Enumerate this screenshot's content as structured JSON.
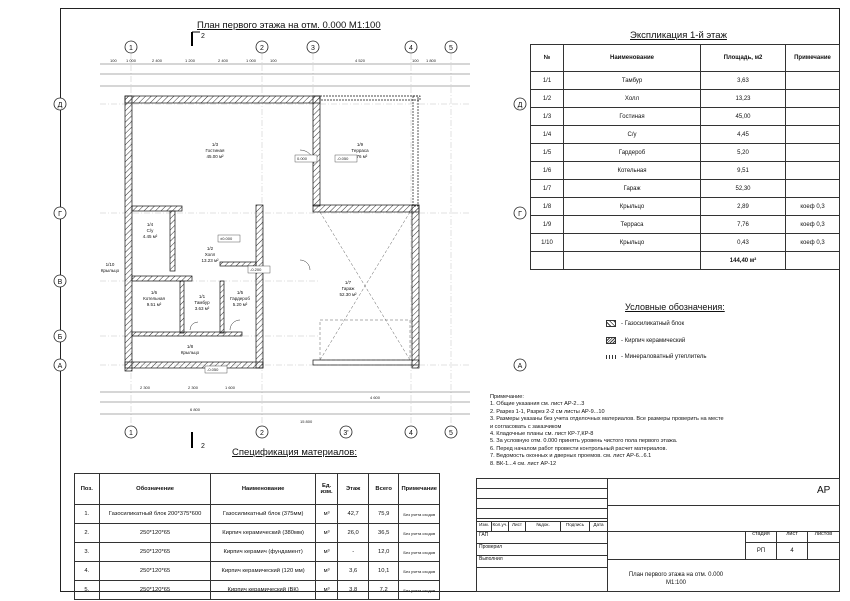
{
  "plan_title": "План первого этажа на отм. 0.000  М1:100",
  "section_mark": "2",
  "axes_h": [
    "1",
    "2",
    "3",
    "4",
    "5"
  ],
  "axes_h_bottom": [
    "1",
    "2",
    "3'",
    "4",
    "5"
  ],
  "axes_v": [
    "Д",
    "Г",
    "В",
    "Б",
    "А"
  ],
  "top_dims": [
    "100",
    "1 000",
    "2 400",
    "1 200",
    "2 400",
    "1 000",
    "100",
    "4 520",
    "100",
    "1 800"
  ],
  "bottom_dims": [
    "6 800",
    "15 800",
    "2 300",
    "2 300",
    "1 600",
    "4 600"
  ],
  "rooms": [
    {
      "num": "1/3",
      "name": "Гостиная",
      "area": "45.00 м²"
    },
    {
      "num": "1/9",
      "name": "Терраса",
      "area": "7.76 м²"
    },
    {
      "num": "1/4",
      "name": "С/у",
      "area": "4.45 м²"
    },
    {
      "num": "1/2",
      "name": "Холл",
      "area": "13.23 м²"
    },
    {
      "num": "1/7",
      "name": "Гараж",
      "area": "52.30 м²"
    },
    {
      "num": "1/6",
      "name": "Котельная",
      "area": "9.51 м²"
    },
    {
      "num": "1/1",
      "name": "Тамбур",
      "area": "3.63 м²"
    },
    {
      "num": "1/5",
      "name": "Гардероб",
      "area": "5.20 м²"
    },
    {
      "num": "1/10",
      "name": "Крыльцо",
      "area": ""
    },
    {
      "num": "1/8",
      "name": "Крыльцо",
      "area": ""
    }
  ],
  "levels": [
    "0.000",
    "-0.050",
    "±0.000",
    "-0.200",
    "-0.050"
  ],
  "explication": {
    "title": "Экспликация 1-й этаж",
    "headers": [
      "№",
      "Наименование",
      "Площадь, м2",
      "Примечание"
    ],
    "rows": [
      [
        "1/1",
        "Тамбур",
        "3,63",
        ""
      ],
      [
        "1/2",
        "Холл",
        "13,23",
        ""
      ],
      [
        "1/3",
        "Гостиная",
        "45,00",
        ""
      ],
      [
        "1/4",
        "С/у",
        "4,45",
        ""
      ],
      [
        "1/5",
        "Гардероб",
        "5,20",
        ""
      ],
      [
        "1/6",
        "Котельная",
        "9,51",
        ""
      ],
      [
        "1/7",
        "Гараж",
        "52,30",
        ""
      ],
      [
        "1/8",
        "Крыльцо",
        "2,89",
        "коеф 0,3"
      ],
      [
        "1/9",
        "Терраса",
        "7,76",
        "коеф 0,3"
      ],
      [
        "1/10",
        "Крыльцо",
        "0,43",
        "коеф 0,3"
      ]
    ],
    "total": "144,40 м²"
  },
  "legend": {
    "title": "Условные обозначения:",
    "items": [
      "- Газосиликатный блок",
      "- Кирпич керамический",
      "- Минераловатный утеплитель"
    ]
  },
  "notes": {
    "title": "Примечание:",
    "items": [
      "1. Общие указания см. лист АР-2...3",
      "2. Разрез 1-1, Разрез 2-2 см листы АР-9...10",
      "3. Размеры указаны без учета отделочных материалов. Все размеры проверить на месте",
      "    и согласовать с заказчиком",
      "4. Кладочные планы см. лист КР-7,КР-8",
      "5. За условную отм. 0.000 принять уровень чистого пола первого этажа.",
      "6. Перед началом работ провести контрольный расчет материалов.",
      "7. Ведомость оконных и дверных проемов. см. лист АР-6...6.1",
      "8. ВК-1...4 см. лист АР-12"
    ]
  },
  "spec": {
    "title": "Спецификация материалов:",
    "headers": [
      "Поз.",
      "Обозначение",
      "Наименование",
      "Ед. изм.",
      "Этаж",
      "Всего",
      "Примечание"
    ],
    "rows": [
      [
        "1.",
        "Газосиликатный блок 200*375*600",
        "Газосиликатный блок (375мм)",
        "м³",
        "42,7",
        "75,9",
        "Без учета сходов"
      ],
      [
        "2.",
        "250*120*65",
        "Кирпич керамический (380мм)",
        "м³",
        "26,0",
        "36,5",
        "Без учета сходов"
      ],
      [
        "3.",
        "250*120*65",
        "Кирпич керамич (фундамент)",
        "м³",
        "-",
        "12,0",
        "Без учета сходов"
      ],
      [
        "4.",
        "250*120*65",
        "Кирпич керамический (120 мм)",
        "м³",
        "3,6",
        "10,1",
        "Без учета сходов"
      ],
      [
        "5.",
        "250*120*65",
        "Кирпич керамический (ВК)",
        "м³",
        "3,8",
        "7,2",
        "Без учета сходов"
      ]
    ]
  },
  "stamp": {
    "code": "АР",
    "col_headers": [
      "Изм.",
      "Кол.уч.",
      "Лист",
      "№док.",
      "Подпись",
      "Дата"
    ],
    "roles": [
      "ГАП",
      "Проверил",
      "Выполнил"
    ],
    "stage_h": "стадия",
    "sheet_h": "лист",
    "sheets_h": "листов",
    "stage": "РП",
    "sheet": "4",
    "sheets": "",
    "sheet_title_1": "План первого этажа на отм. 0.000",
    "sheet_title_2": "М1:100"
  }
}
